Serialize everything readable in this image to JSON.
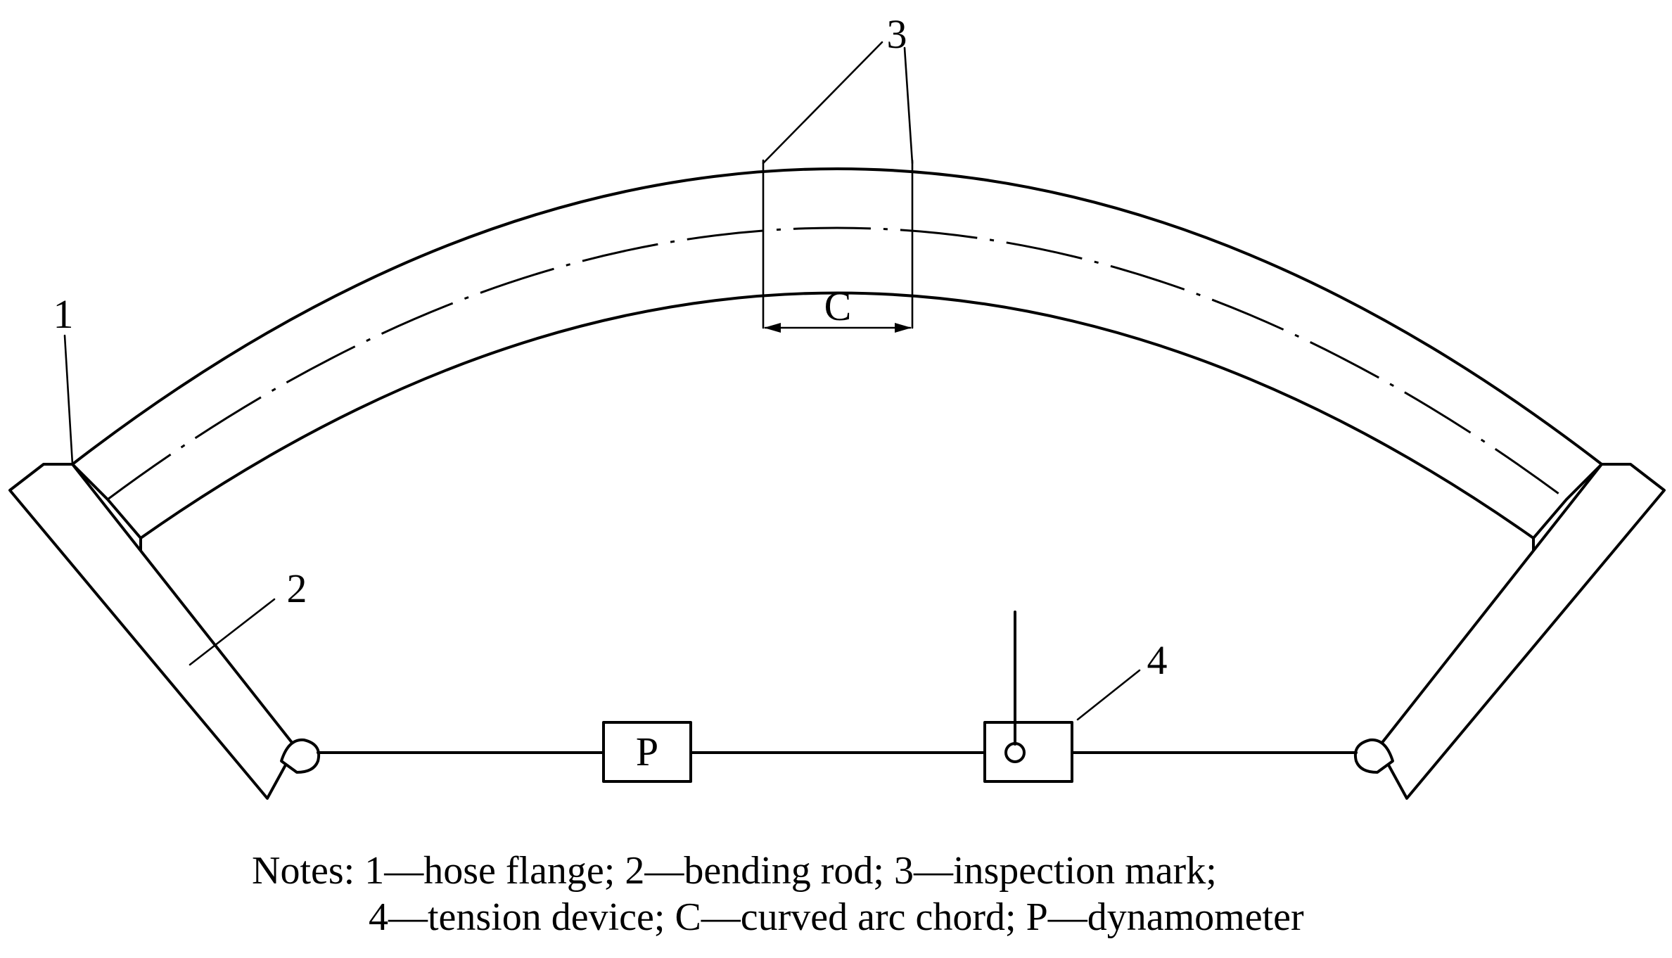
{
  "figure": {
    "labels": {
      "flange": "1",
      "rod": "2",
      "mark": "3",
      "tension": "4",
      "chord": "C",
      "dynamometer": "P"
    }
  },
  "notes": {
    "line1": "Notes: 1—hose flange; 2—bending rod; 3—inspection mark;",
    "line2": "4—tension device; C—curved arc chord; P—dynamometer"
  }
}
